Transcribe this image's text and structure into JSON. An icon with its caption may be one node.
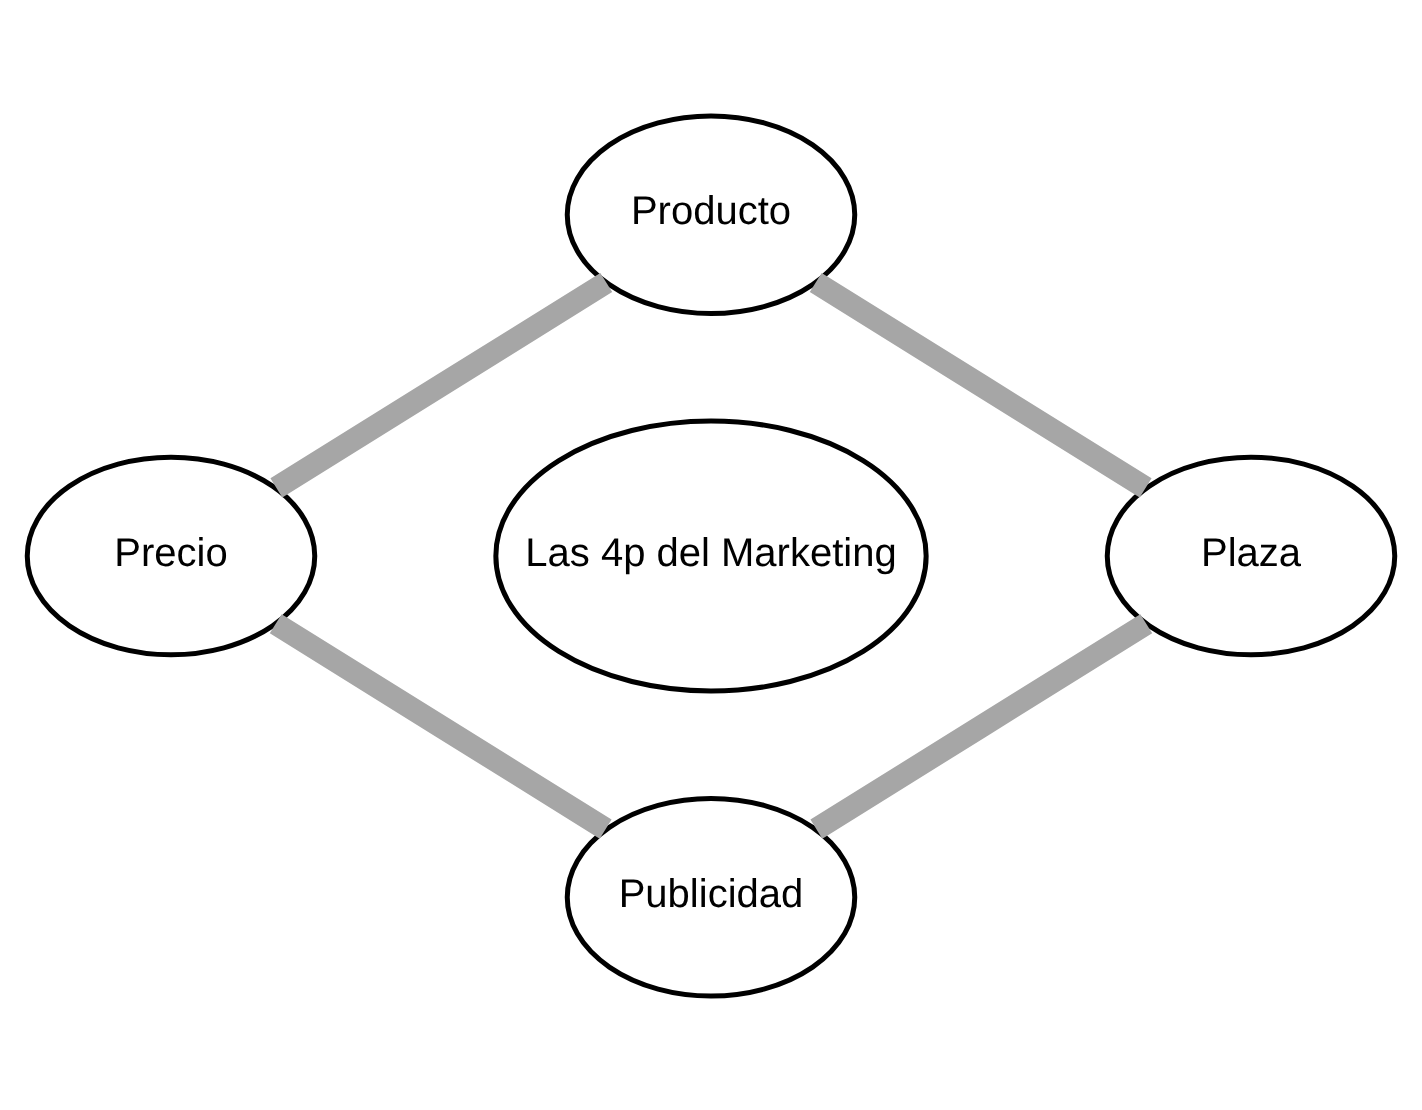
{
  "diagram": {
    "nodes": [
      {
        "text": [
          "Producto"
        ]
      },
      {
        "text": [
          "Plaza"
        ]
      },
      {
        "text": [
          "Las 4p del Marketing"
        ]
      },
      {
        "text": [
          "Precio"
        ]
      },
      {
        "text": [
          "Publicidad"
        ]
      }
    ],
    "edges": [
      {
        "from": 0,
        "to": 3,
        "arrow": "none"
      },
      {
        "from": 3,
        "to": 4,
        "arrow": "none"
      },
      {
        "from": 4,
        "to": 1,
        "arrow": "none"
      },
      {
        "from": 1,
        "to": 0,
        "arrow": "none"
      }
    ]
  }
}
